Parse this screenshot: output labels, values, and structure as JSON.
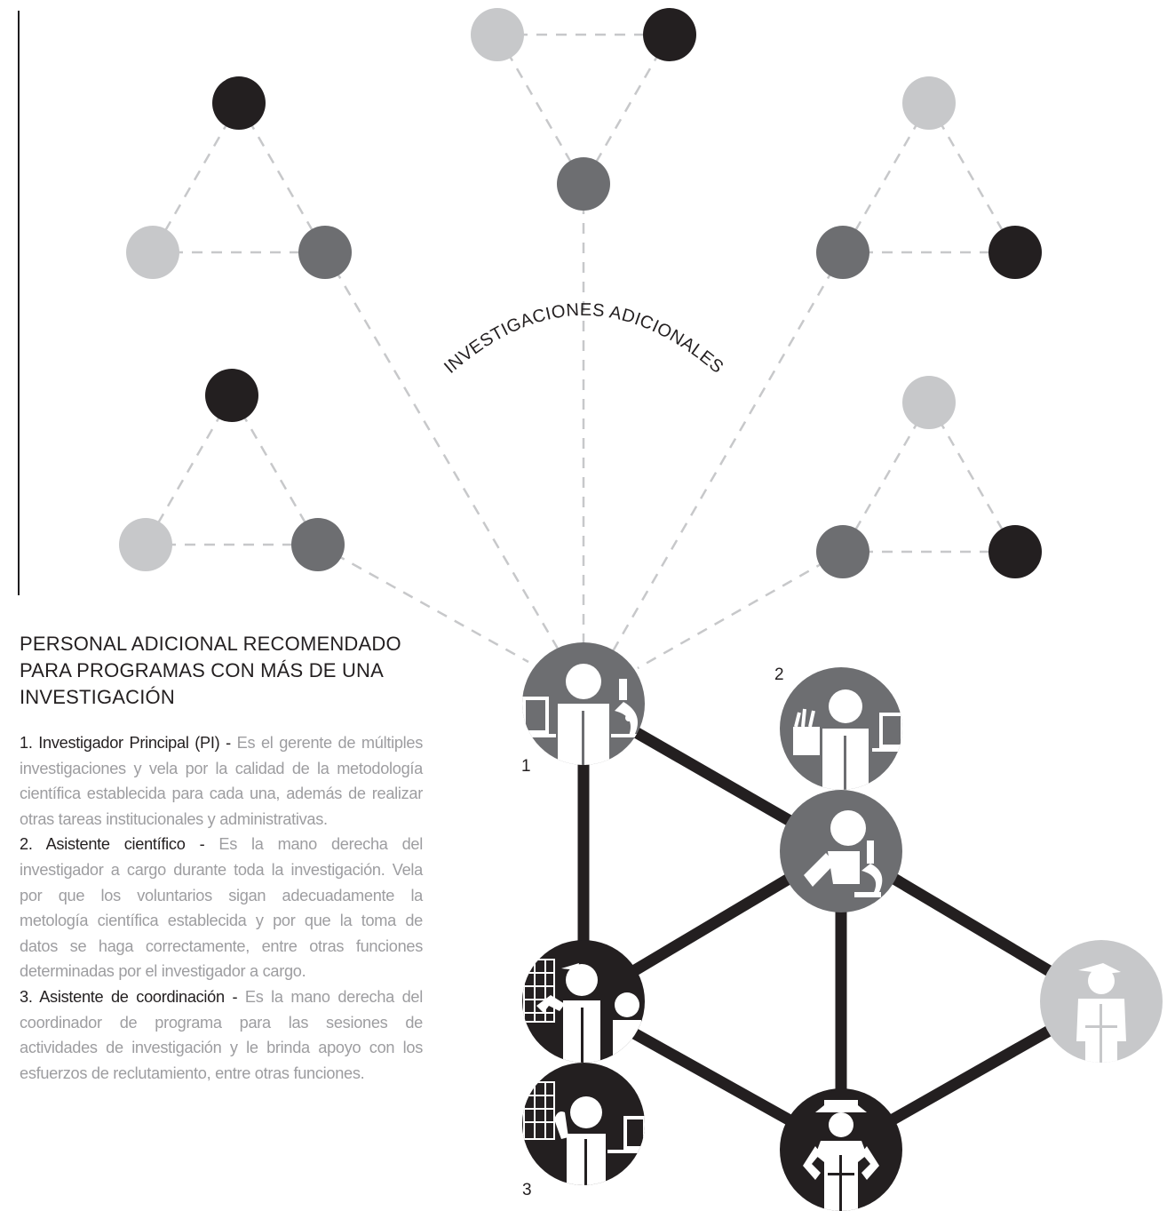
{
  "colors": {
    "dark": "#231f20",
    "medium": "#6d6e71",
    "light": "#c7c8ca",
    "dashed": "#c7c8ca",
    "text_gray": "#9d9da0"
  },
  "arc_label": "INVESTIGACIONES ADICIONALES",
  "heading": "PERSONAL ADICIONAL RECOMENDADO PARA PROGRAMAS CON MÁS DE UNA INVESTIGACIÓN",
  "roles": [
    {
      "title": "1. Investigador Principal (PI)",
      "separator": " - ",
      "body": "Es el gerente de múltiples investigaciones y vela por la calidad de la metodología científica establecida para cada una, además de realizar otras tareas institucionales y administrativas."
    },
    {
      "title": "2. Asistente científico",
      "separator": " - ",
      "body": "Es la mano derecha del investigador a cargo durante toda la investigación. Vela por que los voluntarios sigan adecuadamente la metología científica establecida y por que la toma de datos se haga correctamente, entre otras funciones determinadas por el investigador a cargo."
    },
    {
      "title": "3. Asistente de coordinación",
      "separator": " - ",
      "body": "Es la mano derecha del coordinador de programa para las sesiones de actividades de investigación y le brinda apoyo con los esfuerzos de reclutamiento, entre otras funciones."
    }
  ],
  "number_labels": [
    "1",
    "2",
    "3"
  ],
  "icons": [
    "investigator-microscope-icon",
    "assistant-notebook-icon",
    "scientist-microscope-icon",
    "educator-blackboard-icon",
    "coordinator-blackboard-icon",
    "volunteer-hat-icon",
    "student-cap-icon"
  ]
}
